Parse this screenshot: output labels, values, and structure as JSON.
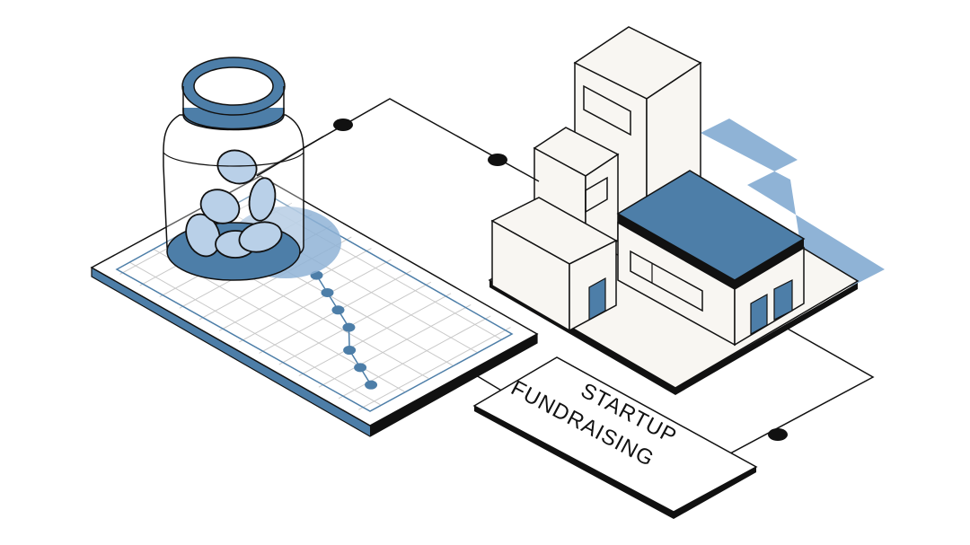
{
  "sign": {
    "line1": "STARTUP",
    "line2": "FUNDRAISING"
  },
  "colors": {
    "outline": "#111111",
    "accent_dark": "#4d7ea8",
    "accent_light": "#b9d0e8",
    "shadow": "#8fb3d6",
    "paper": "#f8f6f2",
    "grid": "#c9c9c9"
  },
  "chart_data": {
    "type": "line",
    "values": [
      7,
      6,
      5,
      4,
      2,
      1,
      0
    ]
  },
  "icons": [
    "coin-jar-icon",
    "office-buildings-icon",
    "grid-chart-board-icon",
    "signboard-icon"
  ]
}
